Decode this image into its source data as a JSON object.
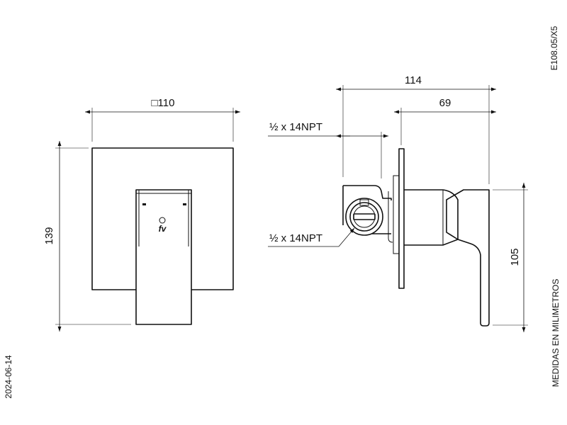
{
  "drawing": {
    "code": "E108.05/X5",
    "date": "2024-06-14",
    "units_note": "MEDIDAS EN MILIMETROS",
    "logo": "fv"
  },
  "dimensions": {
    "front_width": "□110",
    "front_height": "139",
    "side_total_depth": "114",
    "side_front_depth": "69",
    "side_height": "105",
    "thread_top": "½ x 14NPT",
    "thread_bottom": "½ x 14NPT"
  },
  "colors": {
    "line": "#111111",
    "background": "#ffffff"
  }
}
